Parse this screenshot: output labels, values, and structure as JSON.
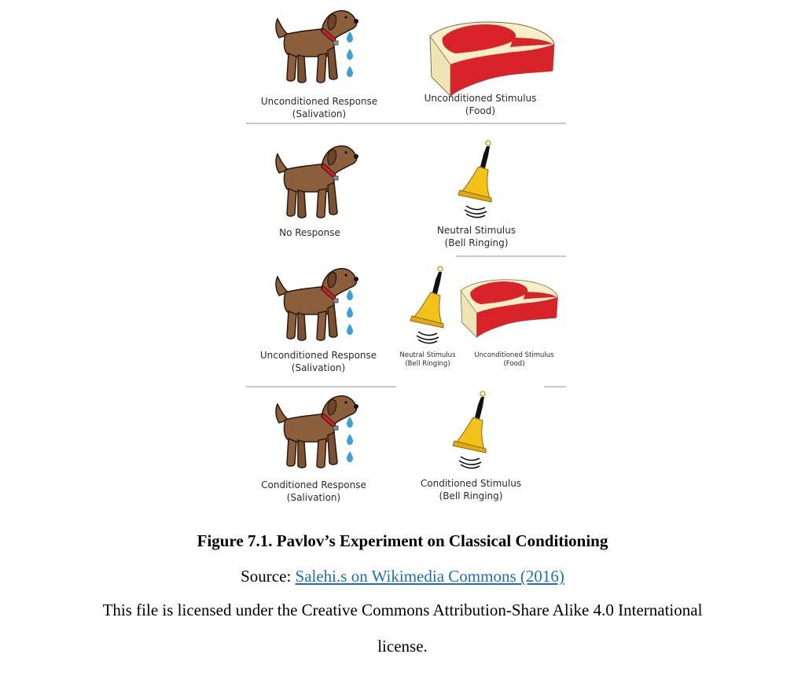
{
  "figure": {
    "rows": [
      {
        "left": {
          "icon": "dog-salivating",
          "line1": "Unconditioned Response",
          "line2": "(Salivation)"
        },
        "right": {
          "icon": "steak",
          "line1": "Unconditioned Stimulus",
          "line2": "(Food)"
        }
      },
      {
        "left": {
          "icon": "dog",
          "line1": "No Response"
        },
        "right": {
          "icon": "bell-ringing",
          "line1": "Neutral Stimulus",
          "line2": "(Bell Ringing)"
        }
      },
      {
        "left": {
          "icon": "dog-salivating",
          "line1": "Unconditioned Response",
          "line2": "(Salivation)"
        },
        "right": [
          {
            "icon": "bell-ringing",
            "line1": "Neutral Stimulus",
            "line2": "(Bell Ringing)"
          },
          {
            "icon": "steak",
            "line1": "Unconditioned Stimulus",
            "line2": "(Food)"
          }
        ]
      },
      {
        "left": {
          "icon": "dog-salivating",
          "line1": "Conditioned Response",
          "line2": "(Salivation)"
        },
        "right": {
          "icon": "bell-ringing",
          "line1": "Conditioned Stimulus",
          "line2": "(Bell Ringing)"
        }
      }
    ],
    "colors": {
      "dog": "#8b5e3c",
      "collar": "#c8202a",
      "drop": "#3aa0dc",
      "meat": "#d8232a",
      "fat": "#f6efc8",
      "bell": "#f2c21a",
      "handle": "#111111",
      "divider": "#c8c8c8"
    }
  },
  "caption": {
    "title": "Figure 7.1.  Pavlov’s Experiment on Classical Conditioning",
    "source_prefix": "Source: ",
    "source_link": "Salehi.s on Wikimedia Commons (2016)",
    "license_line1": "This file is licensed under the Creative Commons Attribution-Share Alike 4.0 International",
    "license_line2": "license."
  }
}
